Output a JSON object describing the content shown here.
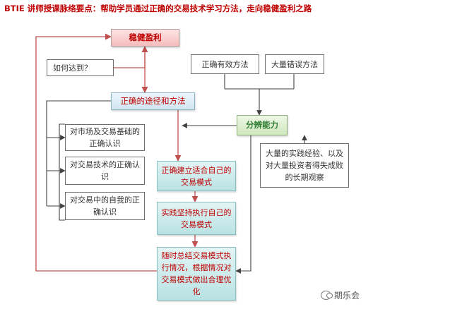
{
  "title": "BTIE 讲师授课脉络要点：帮助学员通过正确的交易技术学习方法，走向稳健盈利之路",
  "nodes": {
    "wenjian": "稳健盈利",
    "how": "如何达到？",
    "youxiao": "正确有效方法",
    "cuowu": "大量错误方法",
    "tujing": "正确的途径和方法",
    "fenbian": "分辨能力",
    "shichang": [
      "对市场及交易基础的",
      "正确认识"
    ],
    "jiaoyijishu": [
      "对交易技术的正确认",
      "识"
    ],
    "ziwo": [
      "对交易中的自我的正",
      "确认识"
    ],
    "jingyan": [
      "大量的实践经验、以及",
      "对大量投资者得失成败",
      "的长期观察"
    ],
    "jianli": [
      "正确建立适合自己的",
      "交易模式"
    ],
    "zhixing": [
      "实践坚持执行自己的",
      "交易模式"
    ],
    "zongjie": [
      "随时总结交易模式执",
      "行情况，根据情况对",
      "交易模式做出合理优",
      "化"
    ]
  },
  "watermark": "期乐会",
  "colors": {
    "red_arrow": "#c0504d",
    "dark_line": "#404040"
  }
}
